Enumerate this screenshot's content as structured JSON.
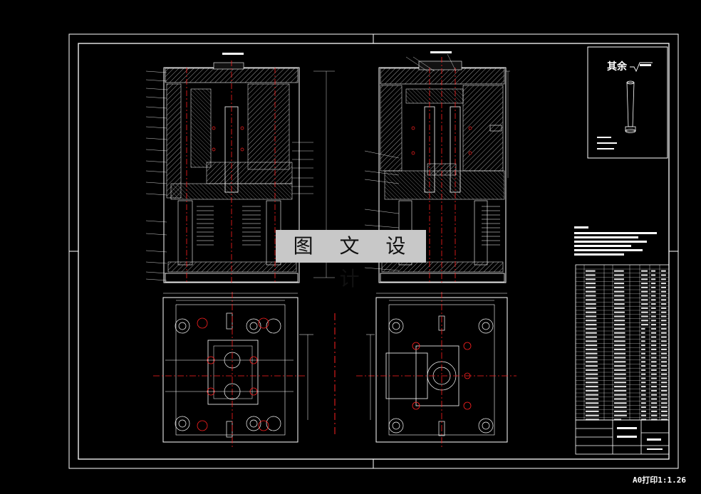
{
  "watermark": {
    "text": "图 文 设 计"
  },
  "part_detail": {
    "roughness_label": "其余"
  },
  "footer": {
    "print_note": "A0打印1:1.26"
  },
  "colors": {
    "background": "#000000",
    "line": "#ffffff",
    "red": "#ff2020",
    "gray": "#888888",
    "watermark_bg": "#c8c8c8"
  }
}
